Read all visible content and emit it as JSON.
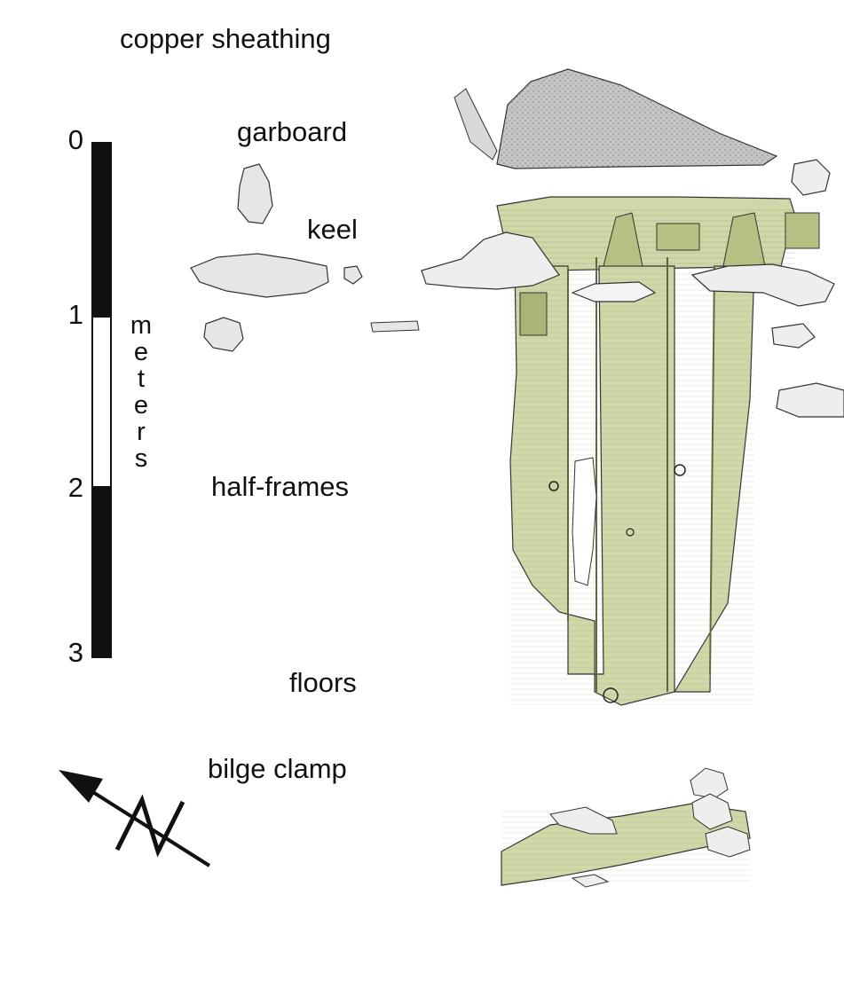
{
  "labels": {
    "copper_sheathing": "copper sheathing",
    "garboard": "garboard",
    "keel": "keel",
    "half_frames": "half-frames",
    "floors": "floors",
    "bilge_clamp": "bilge clamp"
  },
  "scale": {
    "tick_0": "0",
    "tick_1": "1",
    "tick_2": "2",
    "tick_3": "3",
    "unit_letters": [
      "m",
      "e",
      "t",
      "e",
      "r",
      "s"
    ]
  },
  "colors": {
    "timber": "#cfd8a8",
    "timber_dark": "#98a765",
    "copper": "#b9b9b9",
    "stone": "#e6e6e6",
    "ink": "#111111"
  },
  "north_arrow": {
    "letter": "N"
  }
}
